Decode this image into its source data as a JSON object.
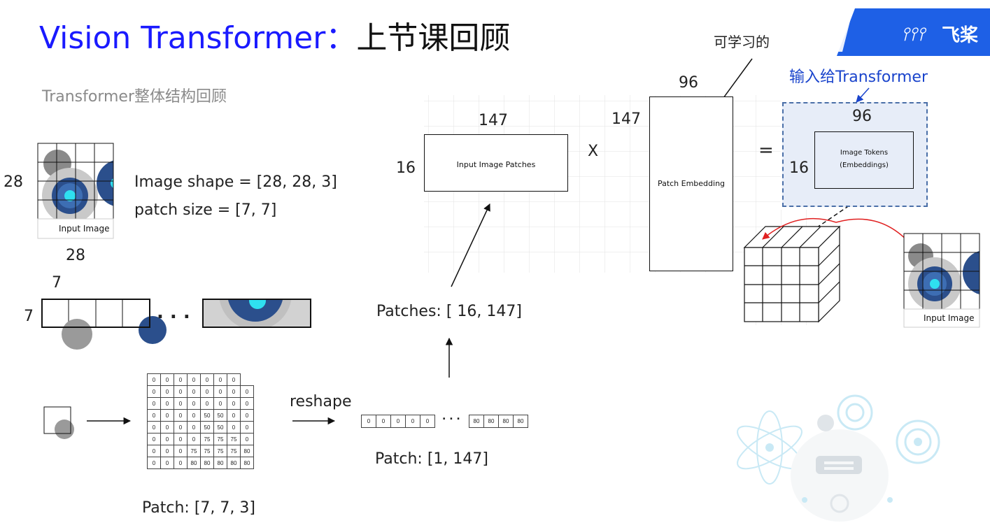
{
  "title": {
    "en": "Vision Transformer：",
    "cn": "上节课回顾"
  },
  "subtitle": "Transformer整体结构回顾",
  "logo": {
    "text": "飞桨",
    "mark": "paddle-logo-icon"
  },
  "input_image": {
    "label": "Input Image",
    "height_label": "28",
    "width_label": "28",
    "shape_text": "Image shape = [28, 28, 3]",
    "patch_text": "patch size = [7, 7]"
  },
  "patch_strip": {
    "top_label": "7",
    "left_label": "7",
    "dots": ". . ."
  },
  "patch_matrix": {
    "caption": "Patch: [7, 7, 3]",
    "back_row": [
      "0",
      "0",
      "0",
      "0",
      "0",
      "0",
      "0"
    ],
    "front_rows": [
      [
        "0",
        "0",
        "0",
        "0",
        "0",
        "0",
        "0"
      ],
      [
        "0",
        "0",
        "0",
        "0",
        "0",
        "0",
        "0"
      ],
      [
        "0",
        "0",
        "0",
        "50",
        "50",
        "0",
        "0"
      ],
      [
        "0",
        "0",
        "0",
        "50",
        "50",
        "0",
        "0"
      ],
      [
        "0",
        "0",
        "0",
        "75",
        "75",
        "75",
        "0"
      ],
      [
        "0",
        "0",
        "75",
        "75",
        "75",
        "75",
        "80"
      ],
      [
        "0",
        "0",
        "80",
        "80",
        "80",
        "80",
        "80"
      ]
    ],
    "side_col": [
      "0",
      "0",
      "0",
      "0",
      "0",
      "0",
      "0"
    ]
  },
  "reshape": {
    "label": "reshape",
    "row_left": [
      "0",
      "0",
      "0",
      "0",
      "0"
    ],
    "dots": ". . .",
    "row_right": [
      "80",
      "80",
      "80",
      "80"
    ],
    "caption": "Patch: [1, 147]"
  },
  "patches": {
    "caption": "Patches: [ 16, 147]",
    "box_label": "Input Image Patches",
    "rows_label": "16",
    "cols_label": "147"
  },
  "embedding": {
    "times": "X",
    "box_label": "Patch Embedding",
    "rows_label": "147",
    "cols_label": "96",
    "learnable_label": "可学习的"
  },
  "tokens": {
    "equals": "=",
    "box_label_1": "Image Tokens",
    "box_label_2": "(Embeddings)",
    "rows_label": "16",
    "cols_label": "96",
    "input_to_label": "输入给Transformer"
  },
  "output_image": {
    "label": "Input Image"
  },
  "colors": {
    "title_blue": "#1a1aff",
    "accent_blue": "#1a44cc",
    "arrow_red": "#e02020",
    "token_fill": "#e7edf8"
  }
}
